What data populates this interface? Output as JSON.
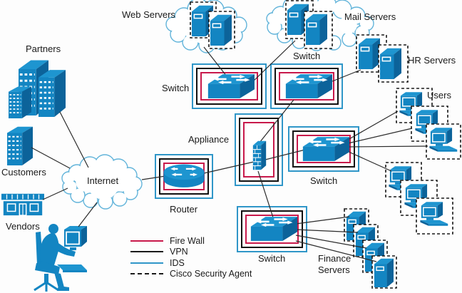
{
  "nodes": {
    "partners": "Partners",
    "customers": "Customers",
    "vendors": "Vendors",
    "internet": "Internet",
    "router": "Router",
    "appliance": "Appliance",
    "web_servers": "Web Servers",
    "mail_servers": "Mail Servers",
    "hr_servers": "HR Servers",
    "users": "Users",
    "finance_servers": "Finance\nServers",
    "switch_top_left": "Switch",
    "switch_top_right": "Switch",
    "switch_right": "Switch",
    "switch_bottom": "Switch"
  },
  "legend": {
    "items": [
      {
        "id": "firewall",
        "label": "Fire Wall",
        "line_style": "solid",
        "color": "#c8194b"
      },
      {
        "id": "vpn",
        "label": "VPN",
        "line_style": "solid",
        "color": "#1a1a1a"
      },
      {
        "id": "ids",
        "label": "IDS",
        "line_style": "solid",
        "color": "#2f96c8"
      },
      {
        "id": "csa",
        "label": "Cisco Security Agent",
        "line_style": "dashed",
        "color": "#1a1a1a"
      }
    ]
  },
  "colors": {
    "device_blue": "#1385c2",
    "device_blue_top": "#1e95d0",
    "device_blue_dark": "#0c639a",
    "cloud_outline": "#62b4da",
    "connection_line": "#2b2b2b",
    "firewall_red": "#c8194b",
    "vpn_black": "#111111",
    "ids_blue": "#2f96c8",
    "csa_dash_black": "#1a1a1a"
  }
}
